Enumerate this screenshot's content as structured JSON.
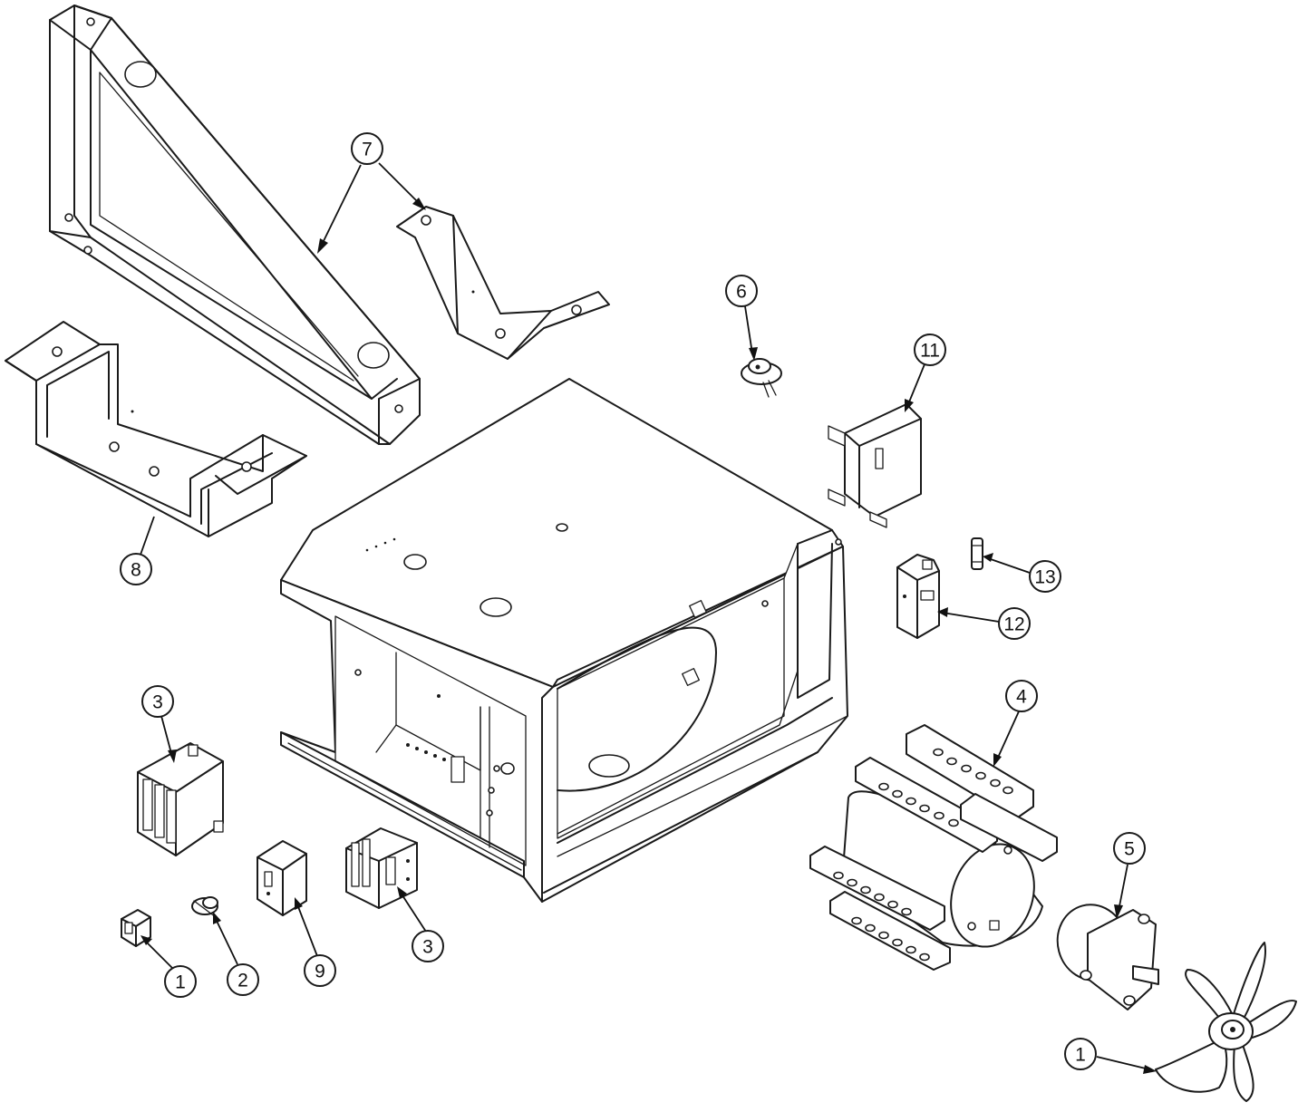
{
  "callouts": [
    {
      "id": "c7",
      "label": "7"
    },
    {
      "id": "c8",
      "label": "8"
    },
    {
      "id": "c6",
      "label": "6"
    },
    {
      "id": "c11",
      "label": "11"
    },
    {
      "id": "c13",
      "label": "13"
    },
    {
      "id": "c12",
      "label": "12"
    },
    {
      "id": "c4",
      "label": "4"
    },
    {
      "id": "c3a",
      "label": "3"
    },
    {
      "id": "c3b",
      "label": "3"
    },
    {
      "id": "c9",
      "label": "9"
    },
    {
      "id": "c1a",
      "label": "1"
    },
    {
      "id": "c2",
      "label": "2"
    },
    {
      "id": "c5",
      "label": "5"
    },
    {
      "id": "c1b",
      "label": "1"
    }
  ]
}
